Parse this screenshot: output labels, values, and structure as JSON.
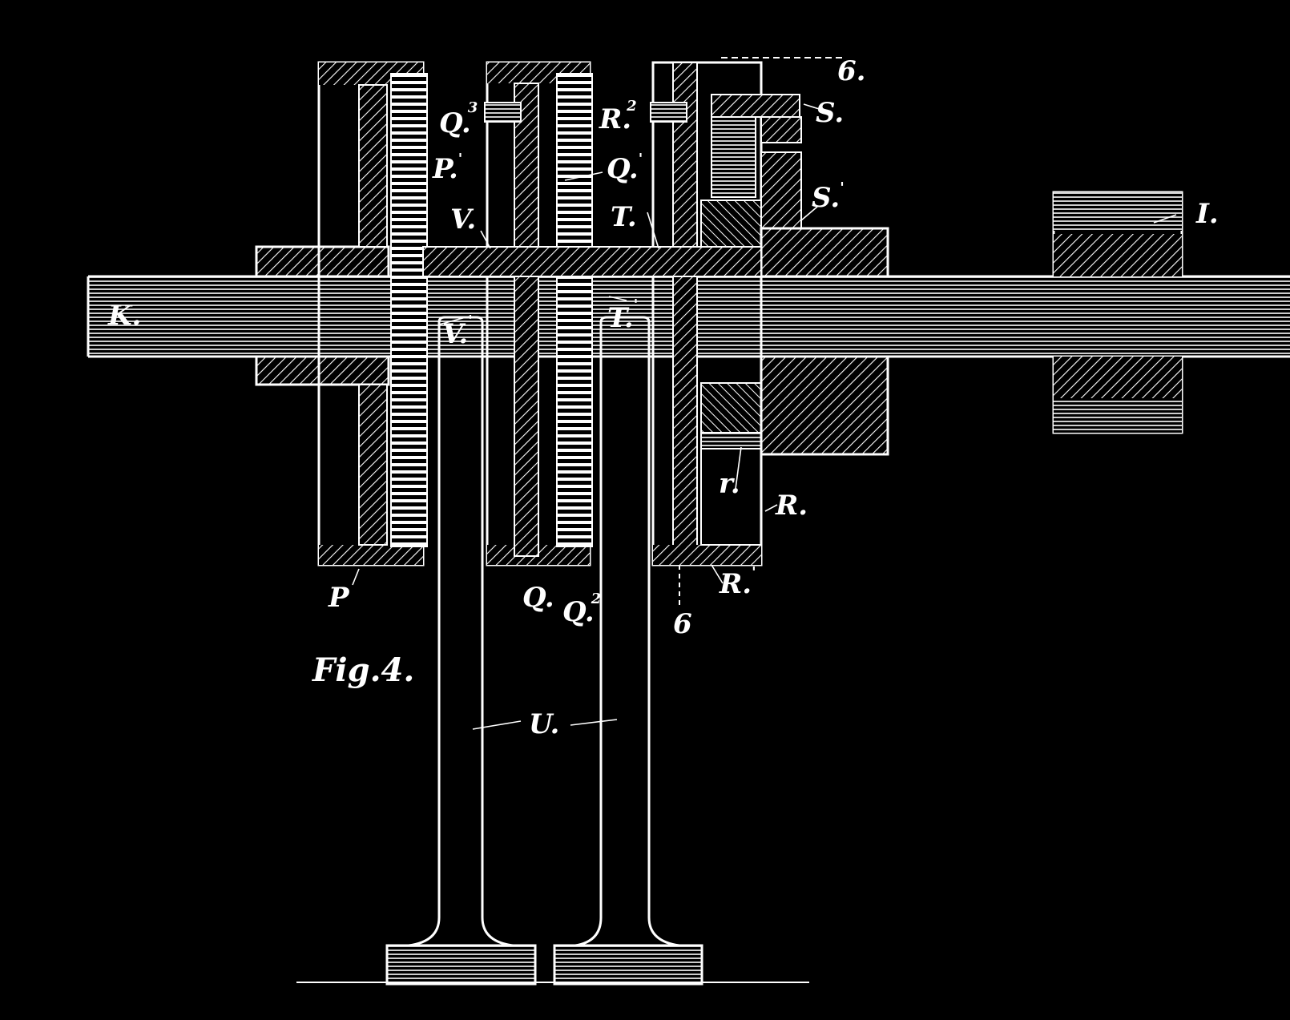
{
  "figure": {
    "title": "Fig.4.",
    "section_mark_top": "6.",
    "section_mark_bottom": "6"
  },
  "labels": {
    "K": "K.",
    "P": "P",
    "P1": "P.",
    "P1_sup": "'",
    "Q": "Q.",
    "Q1": "Q.",
    "Q1_sup": "'",
    "Q2": "Q.",
    "Q2_sup": "2",
    "Q3": "Q.",
    "Q3_sup": "3",
    "R": "R.",
    "R1": "R.",
    "R1_sup": "'",
    "R2": "R.",
    "R2_sup": "2",
    "S": "S.",
    "S1": "S.",
    "S1_sup": "'",
    "T": "T.",
    "T1": "T.",
    "T1_sup": "'",
    "U": "U.",
    "V": "V.",
    "V1": "V.",
    "V1_sup": "'",
    "I": "I.",
    "r": "r."
  },
  "colors": {
    "background": "#000000",
    "ink": "#ffffff"
  }
}
